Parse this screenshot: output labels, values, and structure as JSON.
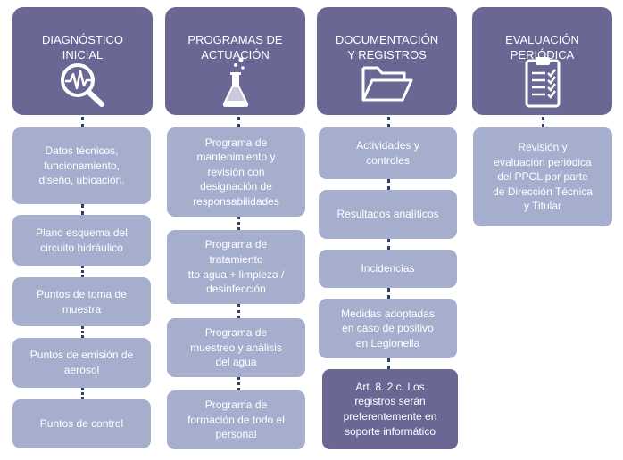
{
  "columns": [
    {
      "title": "DIAGNÓSTICO\nINICIAL",
      "icon": "magnifier-chart-icon",
      "items": [
        "Datos técnicos,\nfuncionamiento,\ndiseño, ubicación.",
        "Plano esquema del\ncircuito hidráulico",
        "Puntos de toma de\nmuestra",
        "Puntos de emisión de\naerosol",
        "Puntos de control"
      ]
    },
    {
      "title": "PROGRAMAS DE\nACTUACIÓN",
      "icon": "flask-icon",
      "items": [
        "Programa de\nmantenimiento y\nrevisión con\ndesignación de\nresponsabilidades",
        "Programa de\ntratamiento\ntto agua + limpieza /\ndesinfección",
        "Programa de\nmuestreo y análisis\ndel agua",
        "Programa de\nformación de todo el\npersonal"
      ]
    },
    {
      "title": "DOCUMENTACIÓN\nY REGISTROS",
      "icon": "folder-icon",
      "items": [
        "Actividades y\ncontroles",
        "Resultados analíticos",
        "Incidencias",
        "Medidas adoptadas\nen caso de positivo\nen Legionella",
        "Art. 8. 2.c. Los\nregistros serán\npreferentemente en\nsoporte informático"
      ]
    },
    {
      "title": "EVALUACIÓN\nPERIÓDICA",
      "icon": "clipboard-checklist-icon",
      "items": [
        "Revisión y\nevaluación periódica\ndel PPCL por parte\nde Dirección Técnica\ny Titular"
      ]
    }
  ]
}
